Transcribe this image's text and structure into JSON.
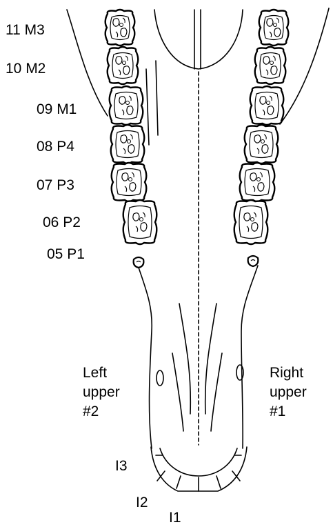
{
  "tooth_labels": {
    "m3": "11 M3",
    "m2": "10 M2",
    "m1": "09 M1",
    "p4": "08 P4",
    "p3": "07 P3",
    "p2": "06 P2",
    "p1": "05 P1"
  },
  "incisor_labels": {
    "i3": "I3",
    "i2": "I2",
    "i1": "I1"
  },
  "quadrants": {
    "left": [
      "Left",
      "upper",
      "#2"
    ],
    "right": [
      "Right",
      "upper",
      "#1"
    ]
  }
}
